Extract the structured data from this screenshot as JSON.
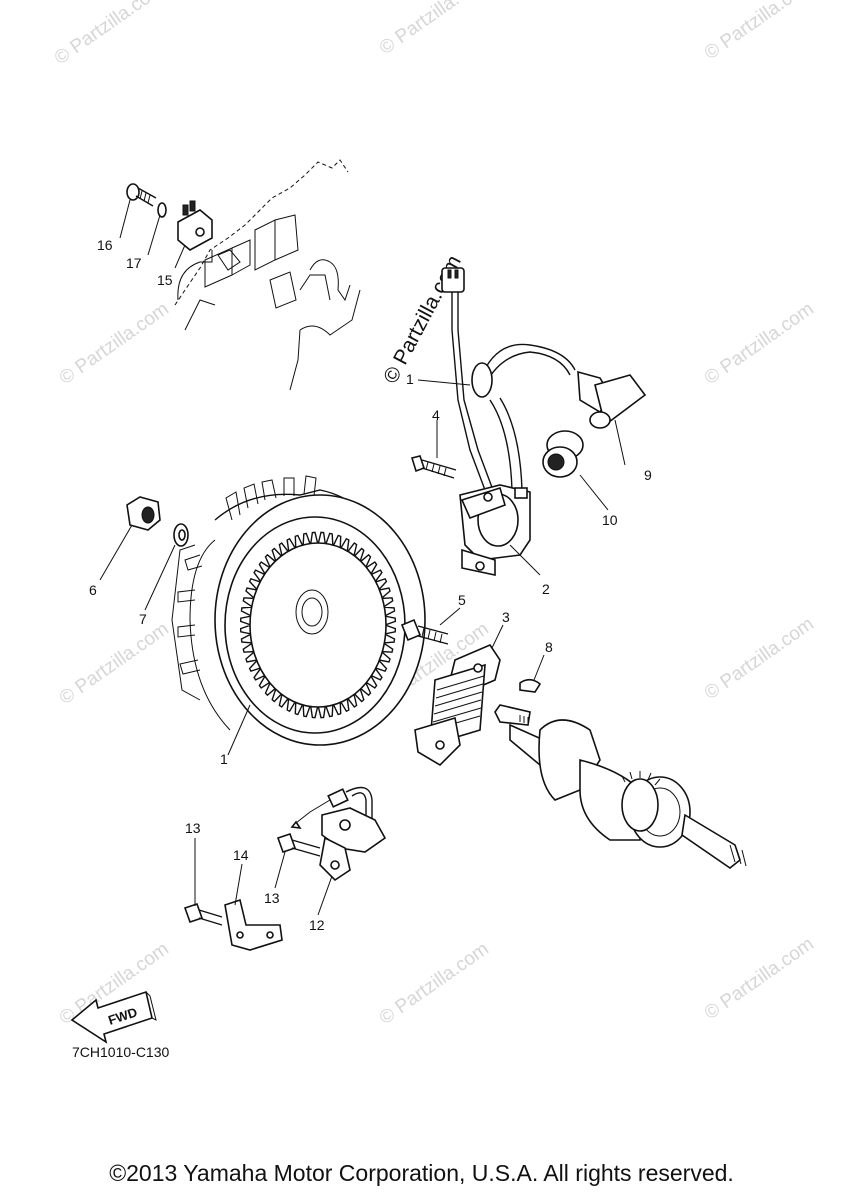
{
  "watermark": {
    "text": "© Partzilla.com",
    "diagonal_text": "© Partzilla.com"
  },
  "callouts": {
    "p1a": "1",
    "p1b": "1",
    "p2": "2",
    "p3": "3",
    "p4": "4",
    "p5": "5",
    "p6": "6",
    "p7": "7",
    "p8": "8",
    "p9": "9",
    "p10": "10",
    "p12": "12",
    "p13a": "13",
    "p13b": "13",
    "p14": "14",
    "p15": "15",
    "p16": "16",
    "p17": "17"
  },
  "fwd_label": "FWD",
  "figure_code": "7CH1010-C130",
  "copyright": "©2013 Yamaha Motor Corporation, U.S.A. All rights reserved."
}
